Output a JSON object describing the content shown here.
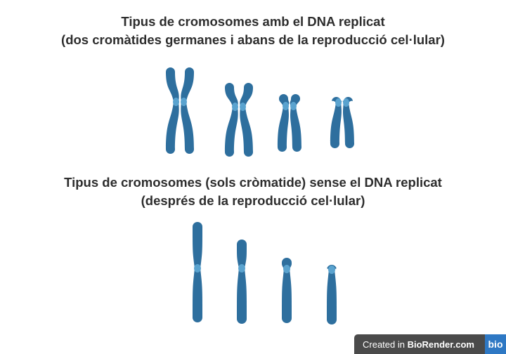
{
  "diagram": {
    "top_title": {
      "line1": "Tipus de cromosomes amb el DNA replicat",
      "line2": "(dos cromàtides germanes i abans de la reproducció cel·lular)"
    },
    "bottom_title": {
      "line1": "Tipus de cromosomes (sols cròmatide) sense el DNA replicat",
      "line2": "(després de la reproducció cel·lular)"
    },
    "chromosome_color": "#2e6f9e",
    "centromere_color": "#5aa3cf",
    "replicated_chromosomes": [
      {
        "p_arm": 49,
        "q_arm": 74
      },
      {
        "p_arm": 34,
        "q_arm": 71
      },
      {
        "p_arm": 17,
        "q_arm": 65
      },
      {
        "p_arm": 8,
        "q_arm": 65
      }
    ],
    "single_chromatids": [
      {
        "p_arm": 66,
        "q_arm": 77
      },
      {
        "p_arm": 41,
        "q_arm": 79
      },
      {
        "p_arm": 16,
        "q_arm": 77
      },
      {
        "p_arm": 7,
        "q_arm": 78
      }
    ]
  },
  "watermark": {
    "prefix": "Created in ",
    "brand": "BioRender.com",
    "logo": "bio"
  }
}
